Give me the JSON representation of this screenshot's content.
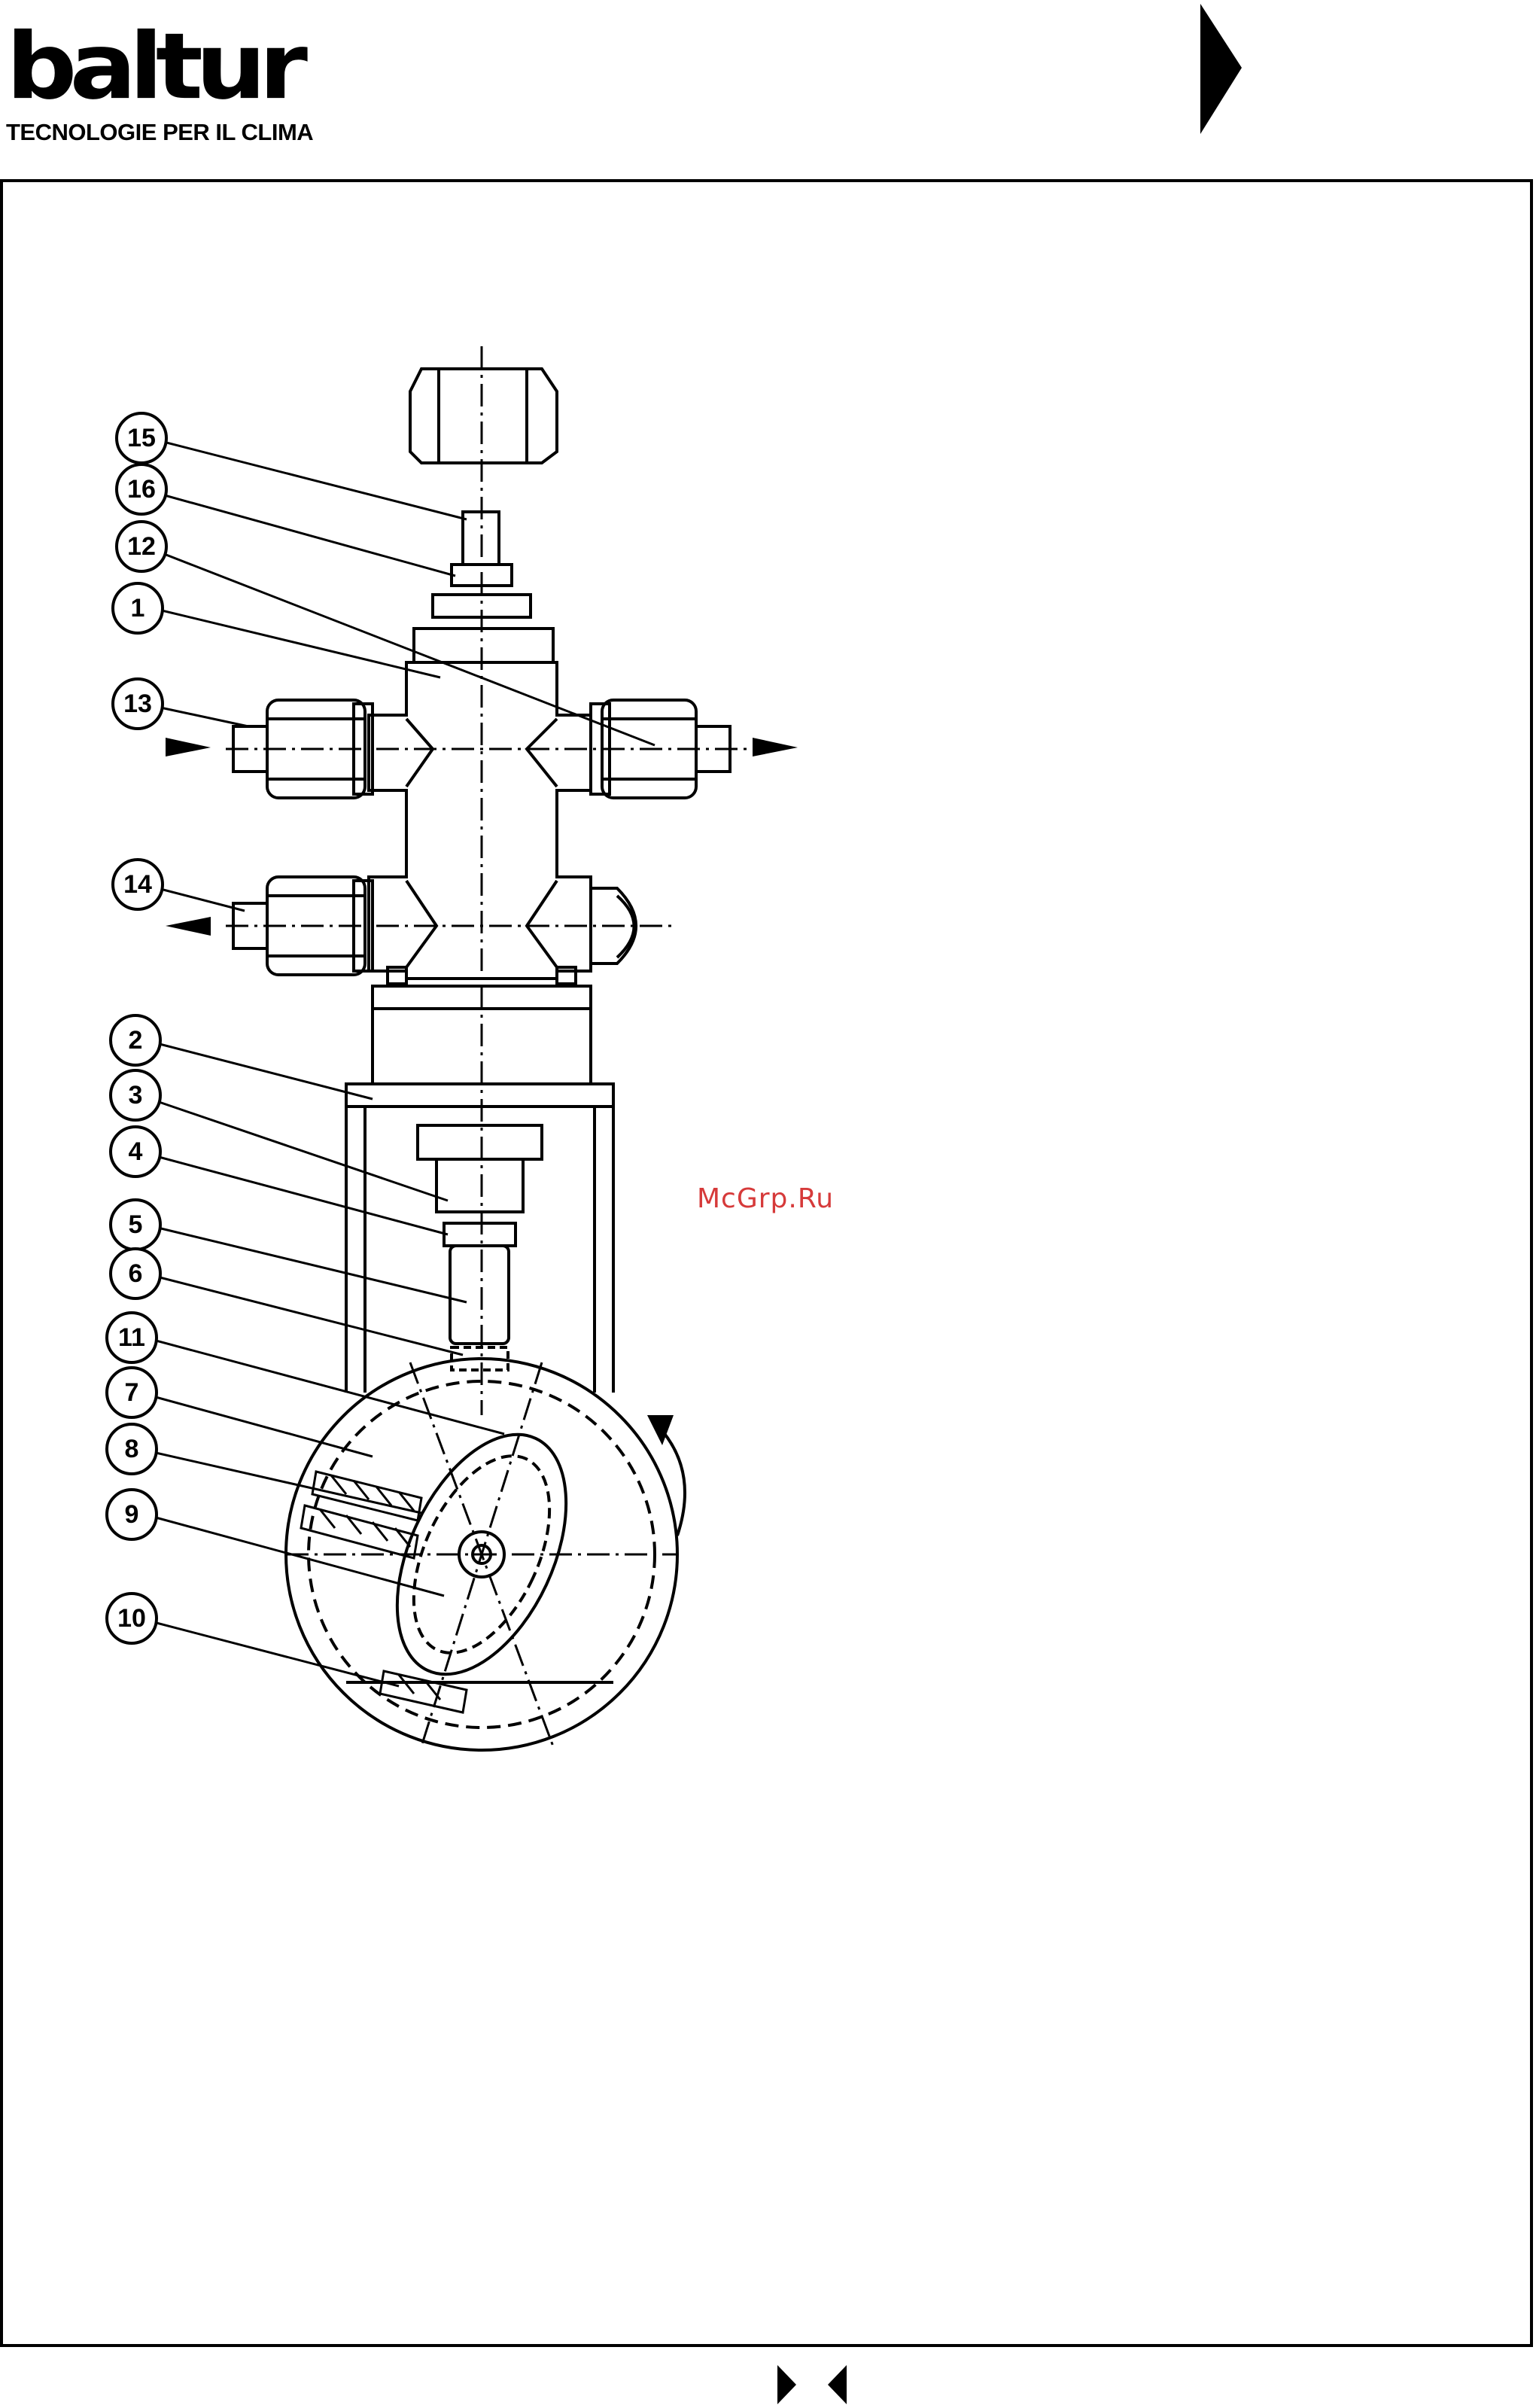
{
  "header": {
    "brand": "baltur",
    "tagline": "TECNOLOGIE PER IL CLIMA"
  },
  "watermark": "McGrp.Ru",
  "callouts": [
    "15",
    "16",
    "12",
    "1",
    "13",
    "14",
    "2",
    "3",
    "4",
    "5",
    "6",
    "11",
    "7",
    "8",
    "9",
    "10"
  ],
  "colors": {
    "ink": "#000000",
    "watermark": "#d63a3a",
    "background": "#ffffff"
  },
  "icons": {
    "header_corner": "right-triangle-marker",
    "footer": "bowtie-triangles-icon"
  }
}
